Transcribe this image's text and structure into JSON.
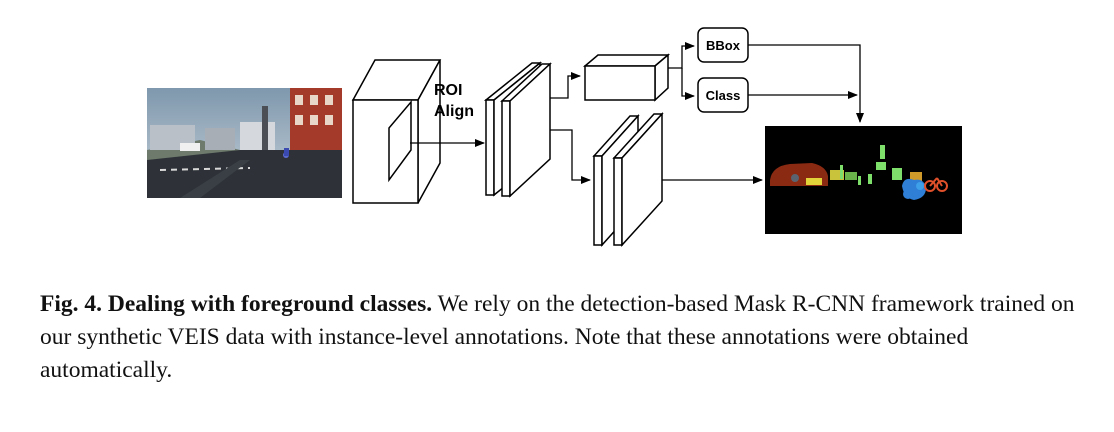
{
  "diagram": {
    "labels": {
      "roi_line1": "ROI",
      "roi_line2": "Align",
      "bbox": "BBox",
      "class": "Class"
    },
    "colors": {
      "sky": "#9fb4c6",
      "road": "#2e3238",
      "mask_background": "#000000",
      "car_mask": "#8b2a12",
      "person_mask": "#2f7fd6",
      "bicycle_mask": "#e0502a",
      "traffic_sign_mask": "#7ee06a"
    }
  },
  "caption": {
    "label": "Fig. 4. Dealing with foreground classes.",
    "text": " We rely on the detection-based Mask R-CNN framework trained on our synthetic VEIS data with instance-level annotations. Note that these annotations were obtained automatically."
  }
}
